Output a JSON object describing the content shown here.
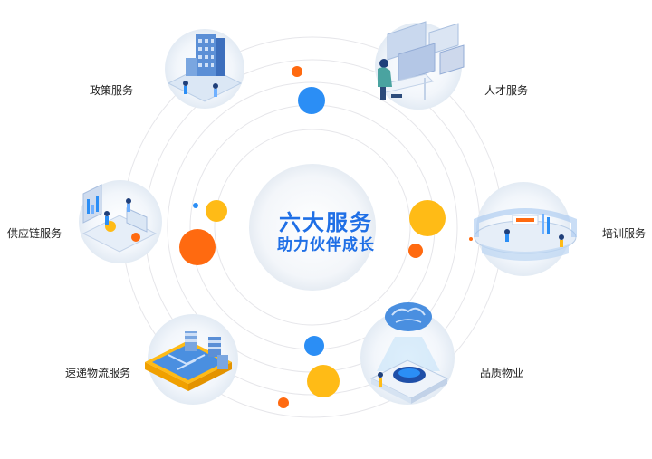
{
  "center": {
    "title": "六大服务",
    "subtitle": "助力伙伴成长"
  },
  "services": [
    {
      "id": "policy",
      "label": "政策服务",
      "icon": "office-building-icon"
    },
    {
      "id": "talent",
      "label": "人才服务",
      "icon": "developer-desk-icon"
    },
    {
      "id": "supply-chain",
      "label": "供应链服务",
      "icon": "analytics-dashboard-icon"
    },
    {
      "id": "training",
      "label": "培训服务",
      "icon": "training-hall-icon"
    },
    {
      "id": "logistics",
      "label": "速递物流服务",
      "icon": "warehouse-icon"
    },
    {
      "id": "property",
      "label": "品质物业",
      "icon": "smart-brain-icon"
    }
  ],
  "colors": {
    "accent_blue": "#1f6fe6",
    "dot_blue": "#2b8ef5",
    "dot_orange": "#ff6a10",
    "dot_yellow": "#ffbb16",
    "ring": "#e6e6ea"
  }
}
